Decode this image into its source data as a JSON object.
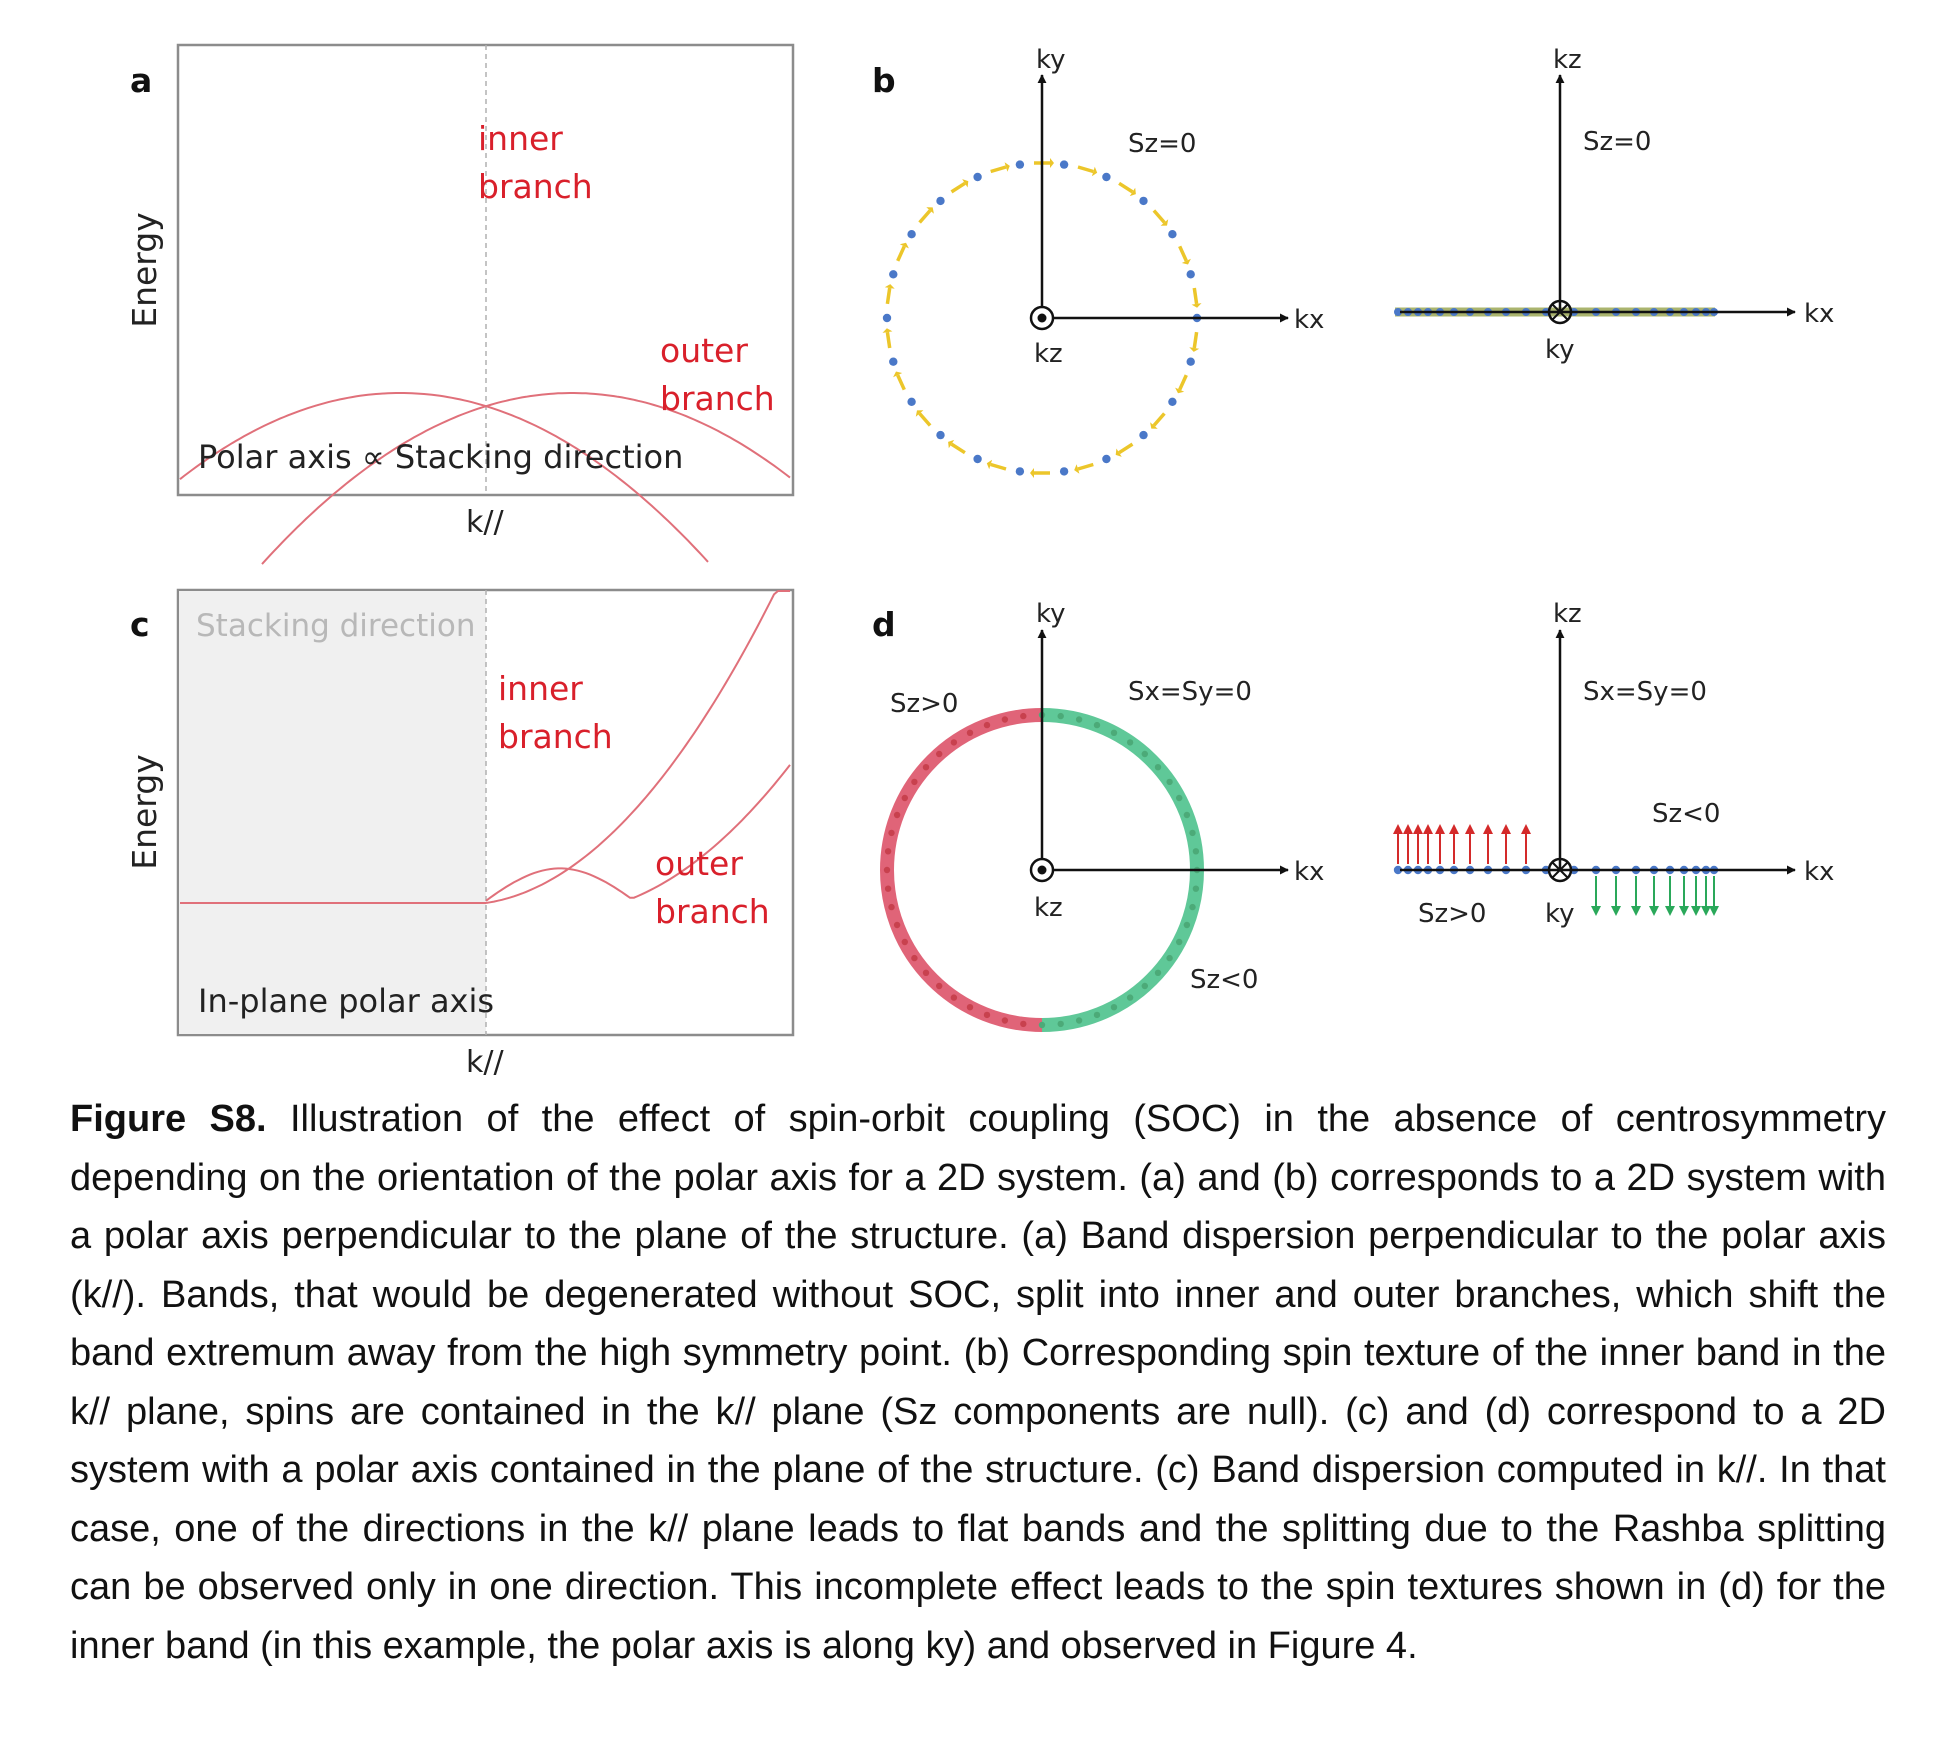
{
  "colors": {
    "curve": "#e0707a",
    "red_text": "#d9202b",
    "text": "#222222",
    "gray_text": "#b8b8b8",
    "frame": "#8c8c8c",
    "shade": "#f0f0f0",
    "dot_blue": "#4a78c8",
    "arrow_yellow": "#ecc62a",
    "green_dot": "#4caa78",
    "green_ring": "#5fc898",
    "red_ring": "#e06478",
    "red_dot": "#c8414e",
    "olive": "#aab46e",
    "up_red": "#d42a2a",
    "down_green": "#2aa85a"
  },
  "panel_a": {
    "letter": "a",
    "ylabel": "Energy",
    "xlabel": "k//",
    "inner_label": [
      "inner",
      "branch"
    ],
    "outer_label": [
      "outer",
      "branch"
    ],
    "note": "Polar axis ∝ Stacking direction"
  },
  "panel_b": {
    "letter": "b",
    "left": {
      "ky": "ky",
      "kx": "kx",
      "kz": "kz",
      "spin": "Sz=0"
    },
    "right": {
      "kz": "kz",
      "kx": "kx",
      "ky": "ky",
      "spin": "Sz=0"
    }
  },
  "panel_c": {
    "letter": "c",
    "ylabel": "Energy",
    "xlabel": "k//",
    "stacking": "Stacking direction",
    "inner_label": [
      "inner",
      "branch"
    ],
    "outer_label": [
      "outer",
      "branch"
    ],
    "note": "In-plane polar axis"
  },
  "panel_d": {
    "letter": "d",
    "left": {
      "ky": "ky",
      "kx": "kx",
      "kz": "kz",
      "s_pos": "Sz>0",
      "s_zero": "Sx=Sy=0",
      "s_neg": "Sz<0"
    },
    "right": {
      "kz": "kz",
      "kx": "kx",
      "ky": "ky",
      "s_zero": "Sx=Sy=0",
      "s_neg": "Sz<0",
      "s_pos": "Sz>0"
    }
  },
  "caption": {
    "label": "Figure S8.",
    "text": " Illustration of the effect of spin-orbit coupling (SOC) in the absence of centrosymmetry depending on the orientation of the polar axis for a 2D system. (a) and (b) corresponds to a 2D system with a polar axis perpendicular to the plane of the structure. (a) Band dispersion perpendicular to the polar axis (k//). Bands, that would be degenerated without SOC, split into inner and outer branches, which shift the band extremum away from the high symmetry point. (b) Corresponding spin texture of the inner band in the k// plane, spins are contained in the k// plane (Sz components are null). (c) and (d) correspond to a 2D system with a polar axis contained in the plane of the structure. (c) Band dispersion computed in k//. In that case, one of the directions in the k// plane leads to flat bands and the splitting due to the Rashba splitting can be observed only in one direction. This incomplete effect leads to the spin textures shown in (d) for the inner band (in this example, the polar axis is along ky) and observed in Figure 4."
  }
}
